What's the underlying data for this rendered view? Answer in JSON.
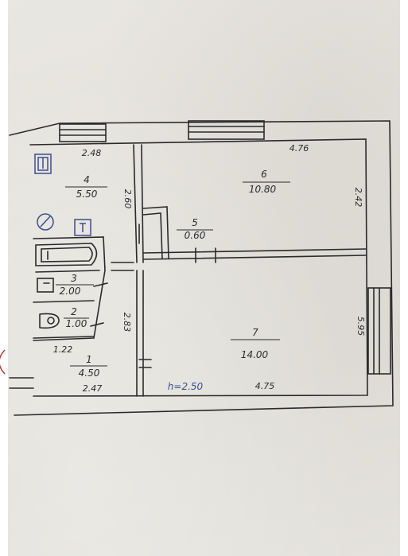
{
  "rooms": [
    {
      "num": "1",
      "area": "4.50"
    },
    {
      "num": "2",
      "area": "1.00"
    },
    {
      "num": "3",
      "area": "2.00"
    },
    {
      "num": "4",
      "area": "5.50"
    },
    {
      "num": "5",
      "area": "0.60"
    },
    {
      "num": "6",
      "area": "10.80"
    },
    {
      "num": "7",
      "area": "14.00"
    }
  ],
  "dimensions": {
    "d_248": "2.48",
    "d_476": "4.76",
    "d_260": "2.60",
    "d_242": "2.42",
    "d_283": "2.83",
    "d_595": "5.95",
    "d_122": "1.22",
    "d_247": "2.47",
    "d_475": "4.75"
  },
  "ceiling_height": "h=2.50",
  "colors": {
    "ink": "#2a2a2e",
    "blue_ink": "#3c4f8c",
    "stamp_red": "#b43a3a"
  }
}
